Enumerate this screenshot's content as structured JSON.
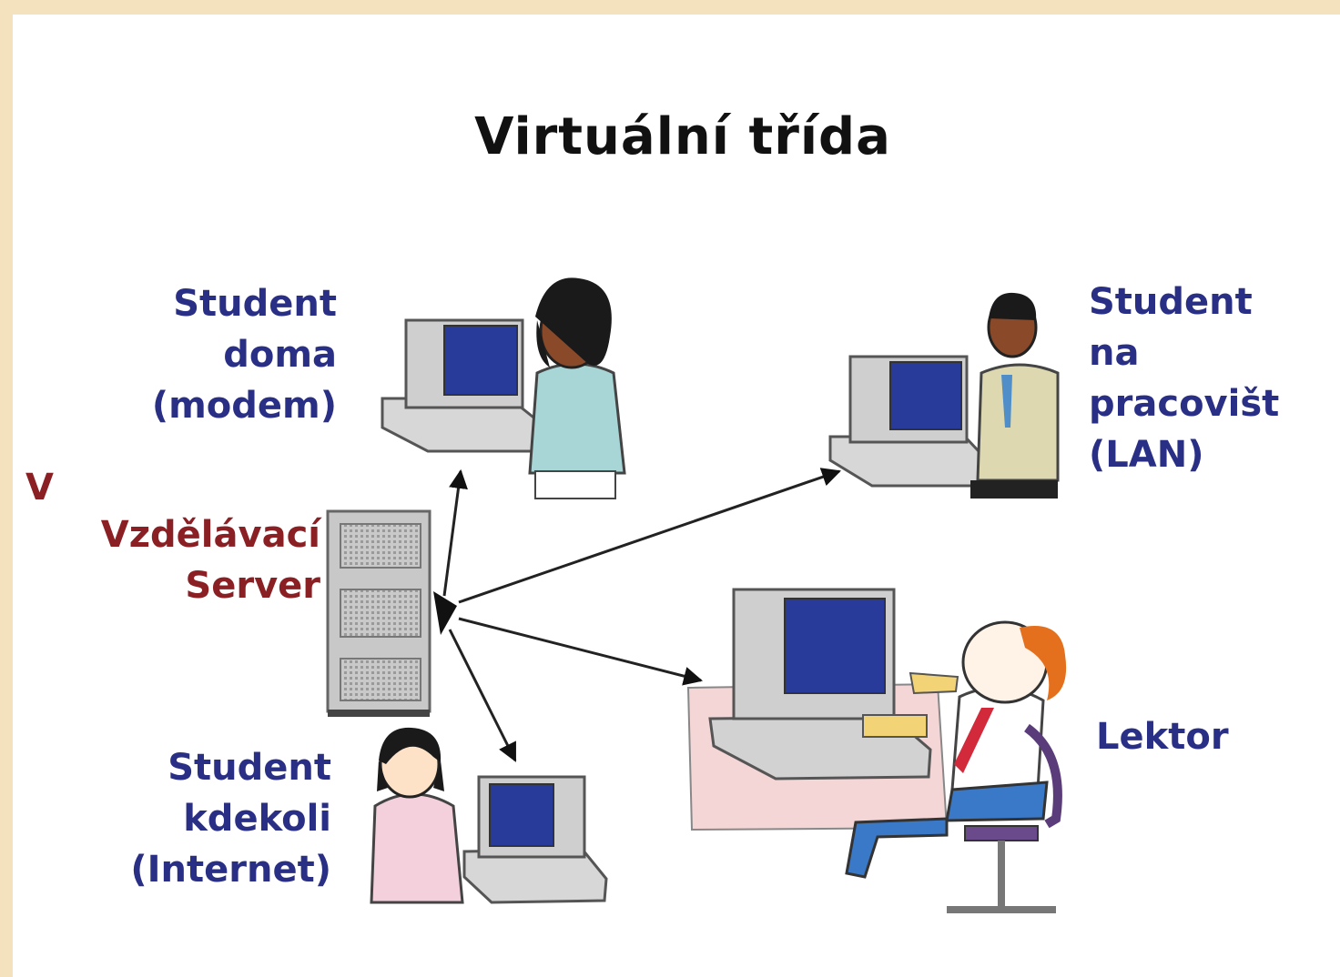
{
  "title": "Virtuální třída",
  "nodes": {
    "student_home": "Student\ndoma\n(modem)",
    "student_work": "Student\nna pracovišt\n(LAN)",
    "server_marker": "V",
    "server": "Vzdělávací\nServer",
    "student_anywhere": "Student\nkdekoli\n(Internet)",
    "lecturer": "Lektor"
  },
  "colors": {
    "label": "#2a2f86",
    "server_label": "#8a1f24",
    "screen": "#283a9a",
    "background": "#f3e2bd"
  }
}
